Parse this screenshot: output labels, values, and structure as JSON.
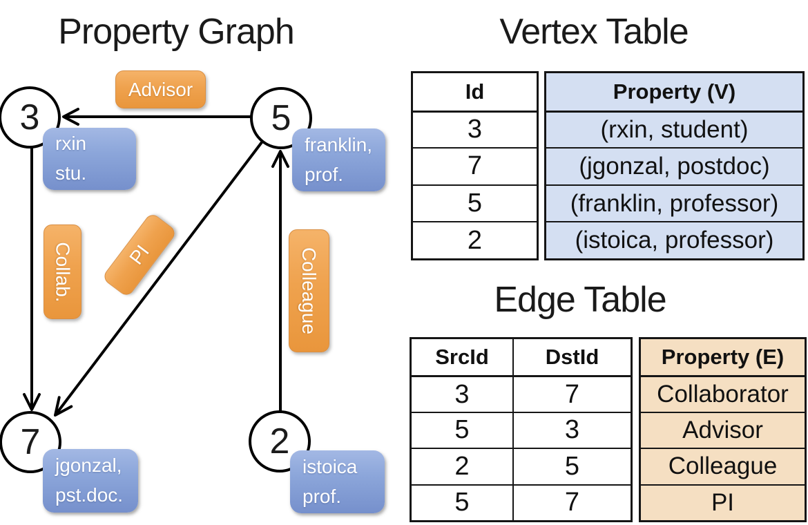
{
  "graph": {
    "title": "Property Graph",
    "nodes": [
      {
        "id": "3",
        "line1": "rxin",
        "line2": "stu."
      },
      {
        "id": "5",
        "line1": "franklin,",
        "line2": "prof."
      },
      {
        "id": "7",
        "line1": "jgonzal,",
        "line2": "pst.doc."
      },
      {
        "id": "2",
        "line1": "istoica",
        "line2": "prof."
      }
    ],
    "edge_labels": {
      "advisor": "Advisor",
      "collab": "Collab.",
      "pi": "PI",
      "colleague": "Colleague"
    }
  },
  "vertex_table": {
    "title": "Vertex Table",
    "columns": {
      "id": "Id",
      "property": "Property (V)"
    },
    "rows": [
      {
        "id": "3",
        "property": "(rxin, student)"
      },
      {
        "id": "7",
        "property": "(jgonzal, postdoc)"
      },
      {
        "id": "5",
        "property": "(franklin, professor)"
      },
      {
        "id": "2",
        "property": "(istoica, professor)"
      }
    ]
  },
  "edge_table": {
    "title": "Edge Table",
    "columns": {
      "src": "SrcId",
      "dst": "DstId",
      "property": "Property (E)"
    },
    "rows": [
      {
        "src": "3",
        "dst": "7",
        "property": "Collaborator"
      },
      {
        "src": "5",
        "dst": "3",
        "property": "Advisor"
      },
      {
        "src": "2",
        "dst": "5",
        "property": "Colleague"
      },
      {
        "src": "5",
        "dst": "7",
        "property": "PI"
      }
    ]
  },
  "colors": {
    "orange_label": "#EFA24E",
    "blue_label": "#84A0D6",
    "vertex_cell_fill": "#D4DFF2",
    "edge_cell_fill": "#F5DFC2",
    "stroke": "#111111"
  }
}
